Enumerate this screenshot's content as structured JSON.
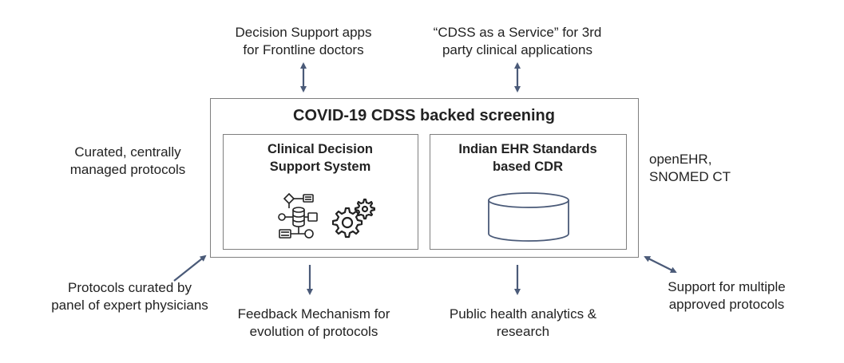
{
  "top": {
    "apps_line1": "Decision Support apps",
    "apps_line2": "for Frontline doctors",
    "service_line1": "“CDSS as a Service” for 3rd",
    "service_line2": "party clinical applications"
  },
  "left": {
    "curated_line1": "Curated, centrally",
    "curated_line2": "managed protocols",
    "panel_line1": "Protocols curated by",
    "panel_line2": "panel of expert physicians"
  },
  "right": {
    "standards_line1": "openEHR,",
    "standards_line2": "SNOMED CT",
    "support_line1": "Support for multiple",
    "support_line2": "approved protocols"
  },
  "bottom": {
    "feedback_line1": "Feedback Mechanism for",
    "feedback_line2": "evolution of protocols",
    "analytics_line1": "Public health analytics &",
    "analytics_line2": "research"
  },
  "main_box": {
    "title": "COVID-19 CDSS backed screening",
    "cdss_line1": "Clinical Decision",
    "cdss_line2": "Support System",
    "cdr_line1": "Indian EHR Standards",
    "cdr_line2": "based CDR"
  },
  "icons": [
    "flowchart-icon",
    "gears-icon",
    "database-icon"
  ],
  "colors": {
    "arrow": "#4a5a78",
    "border": "#7f7f7f",
    "icon": "#222222"
  }
}
